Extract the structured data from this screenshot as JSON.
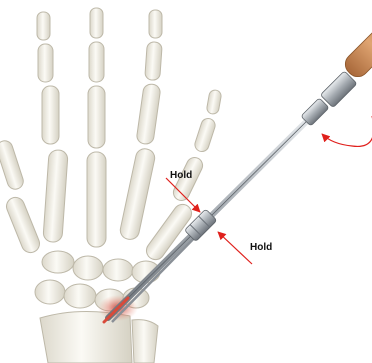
{
  "annotations": {
    "hold_upper": "Hold",
    "hold_lower": "Hold"
  },
  "colors": {
    "bone_fill": "#f2f0e8",
    "bone_stroke": "#bdb8a8",
    "arrow": "#e0201c",
    "handle_wood": "#c8874e",
    "shaft_metal": "#9aa0a6",
    "wire_highlight": "#d94a3a"
  },
  "icons": {
    "hand_skeleton": "hand-skeleton-illustration",
    "surgical_instrument": "drill-guide-instrument",
    "rotation_arrow": "curved-rotation-arrow"
  }
}
